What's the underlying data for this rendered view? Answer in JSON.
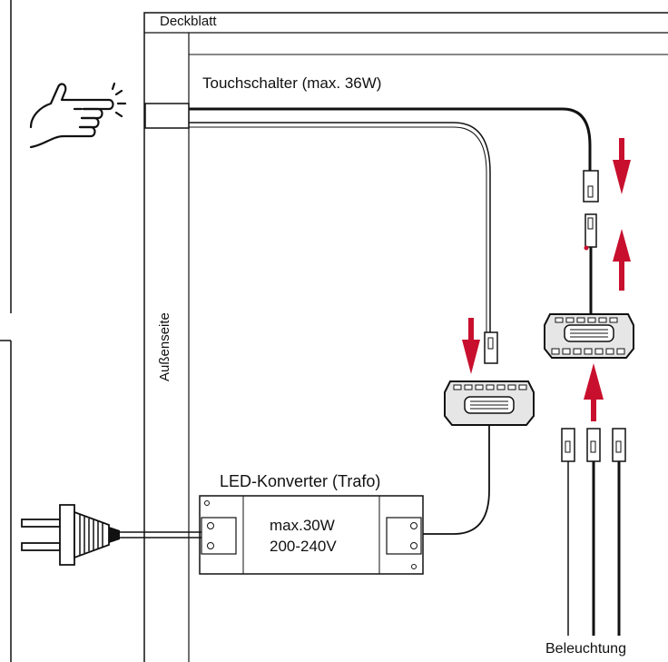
{
  "labels": {
    "deckblatt": "Deckblatt",
    "touchschalter": "Touchschalter (max. 36W)",
    "aussenseite": "Außenseite",
    "converter_title": "LED-Konverter (Trafo)",
    "converter_power": "max.30W",
    "converter_voltage": "200-240V",
    "beleuchtung": "Beleuchtung"
  },
  "colors": {
    "line": "#111111",
    "arrow": "#c8102e",
    "panel_fill": "#ffffff",
    "device_fill": "#e6e6e6"
  },
  "icons": [
    "touch-hand-icon",
    "power-plug-icon"
  ]
}
